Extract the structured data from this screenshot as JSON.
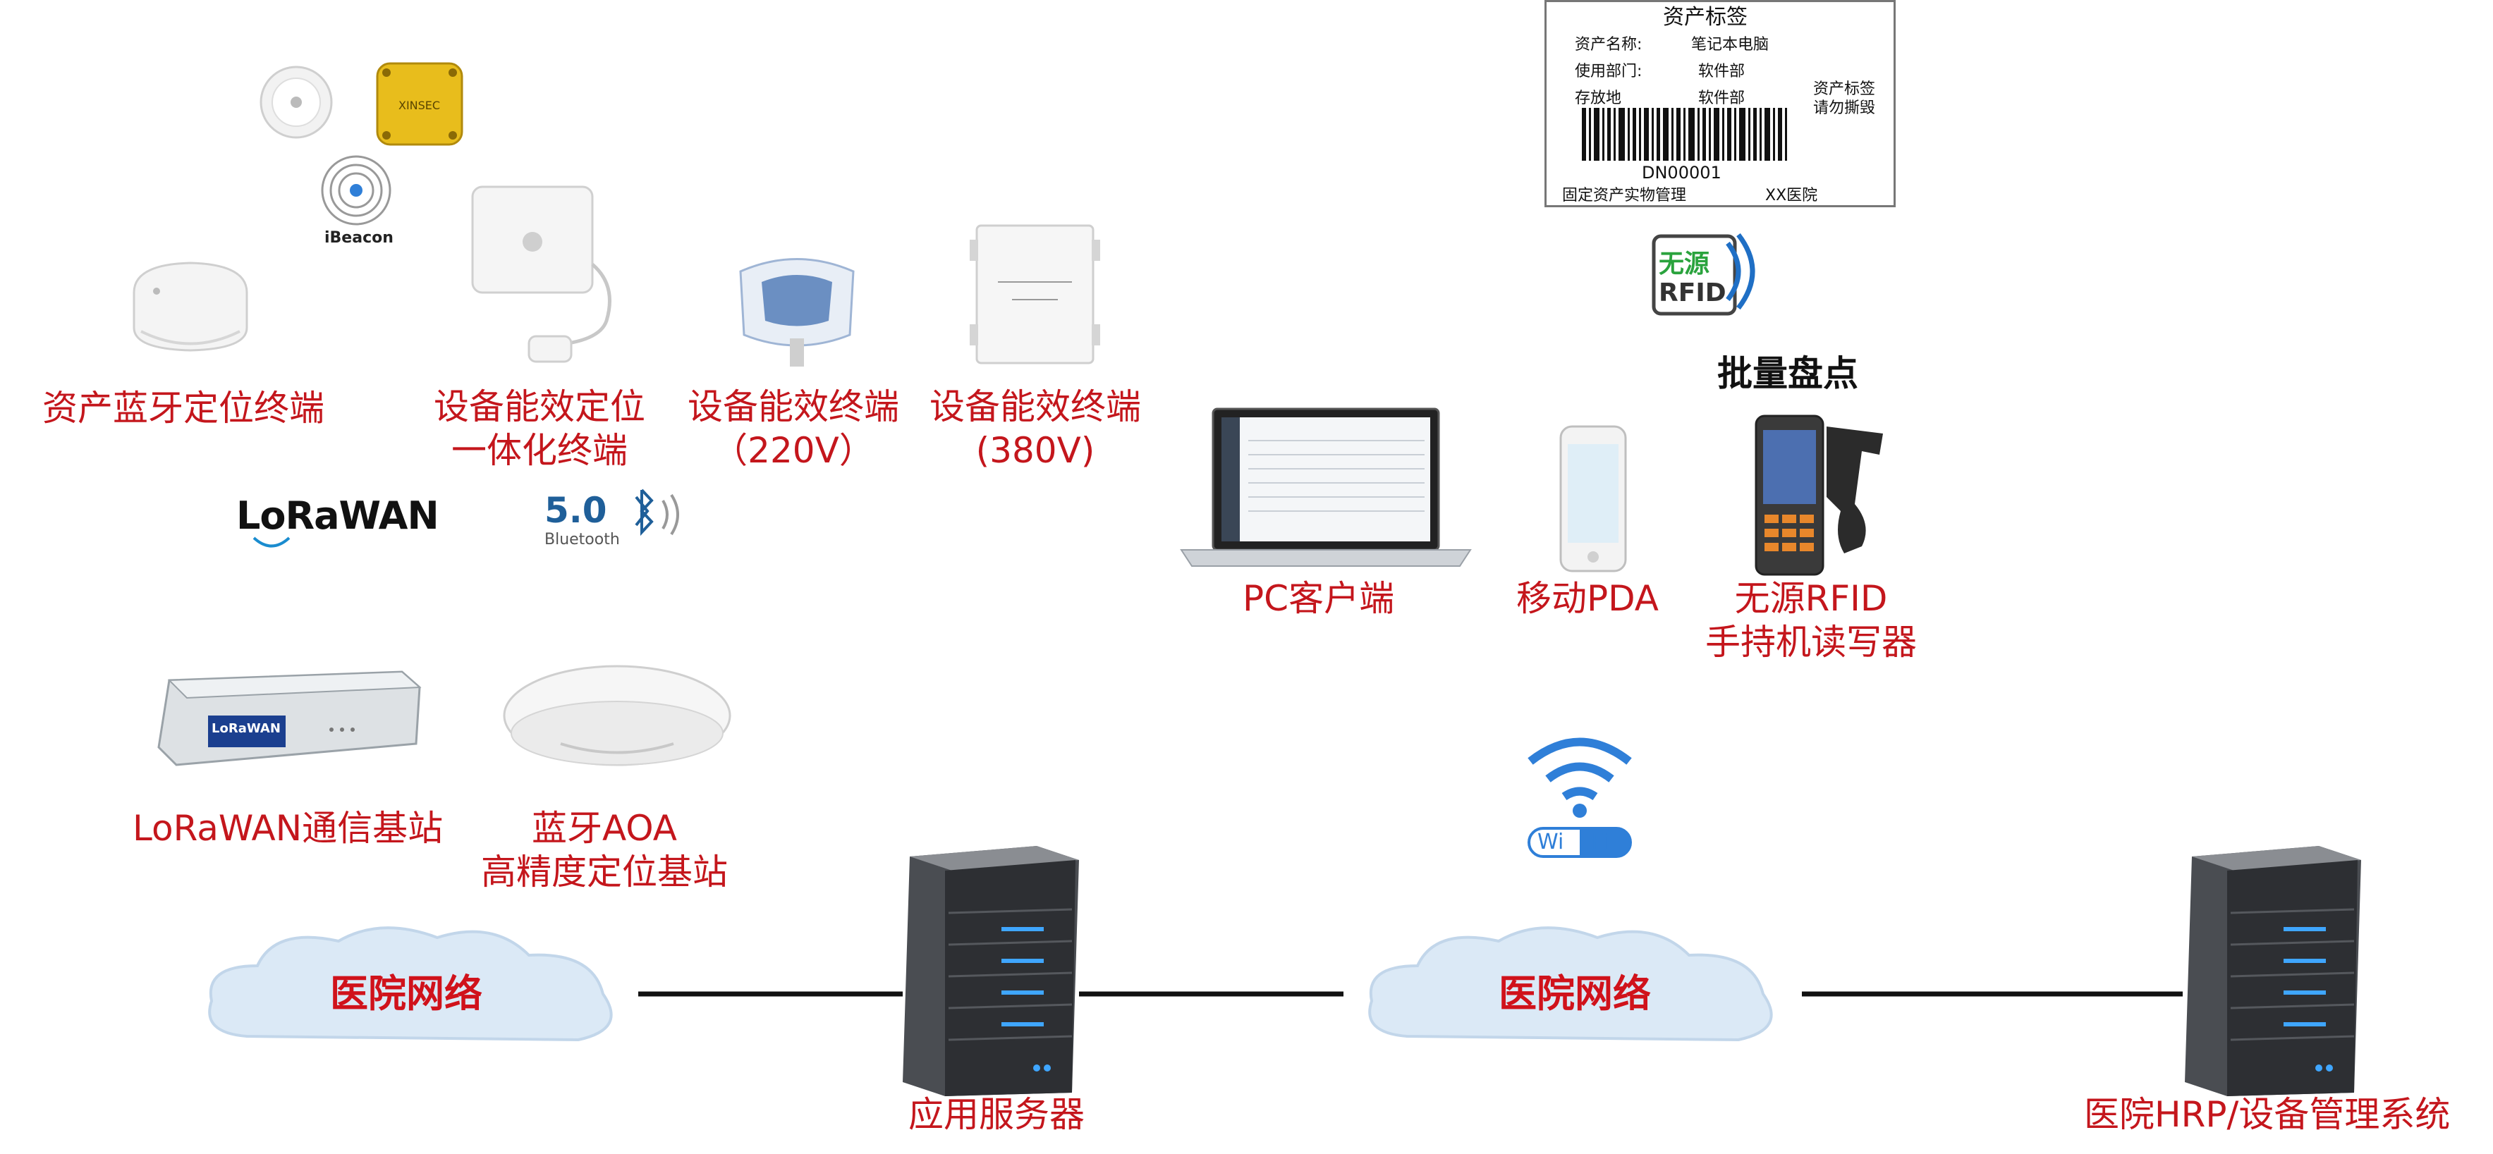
{
  "devices": {
    "bt_terminal": "资产蓝牙定位终端",
    "energy_integrated": [
      "设备能效定位",
      "一体化终端"
    ],
    "energy_220": [
      "设备能效终端",
      "（220V）"
    ],
    "energy_380": [
      "设备能效终端",
      "(380V)"
    ],
    "ibeacon": "iBeacon",
    "xinsec_logo": "XINSEC"
  },
  "protocols": {
    "lorawan": "LoRaWAN",
    "bluetooth_version": "5.0",
    "bluetooth_name": "Bluetooth"
  },
  "base_stations": {
    "lorawan_station": "LoRaWAN通信基站",
    "aoa_station": [
      "蓝牙AOA",
      "高精度定位基站"
    ]
  },
  "clients": {
    "pc": "PC客户端",
    "pda": "移动PDA",
    "rfid_reader": [
      "无源RFID",
      "手持机读写器"
    ],
    "batch_inventory": "批量盘点",
    "rfid_badge_line1": "无源",
    "rfid_badge_line2": "RFID",
    "wifi_label": "Wi Fi"
  },
  "asset_tag": {
    "title": "资产标签",
    "rows": [
      {
        "key": "资产名称:",
        "value": "笔记本电脑"
      },
      {
        "key": "使用部门:",
        "value": "软件部"
      },
      {
        "key": "存放地",
        "value": "软件部"
      }
    ],
    "side_note": [
      "资产标签",
      "请勿撕毁"
    ],
    "barcode_number": "DN00001",
    "footer_left": "固定资产实物管理",
    "footer_right": "XX医院"
  },
  "network": {
    "cloud_left": "医院网络",
    "cloud_right": "医院网络",
    "app_server": "应用服务器",
    "hrp_server": "医院HRP/设备管理系统"
  },
  "colors": {
    "label_red": "#c4161c",
    "cloud_text": "#d0121b",
    "wifi_blue": "#2f7fd8",
    "server_led": "#3fa6ff"
  }
}
